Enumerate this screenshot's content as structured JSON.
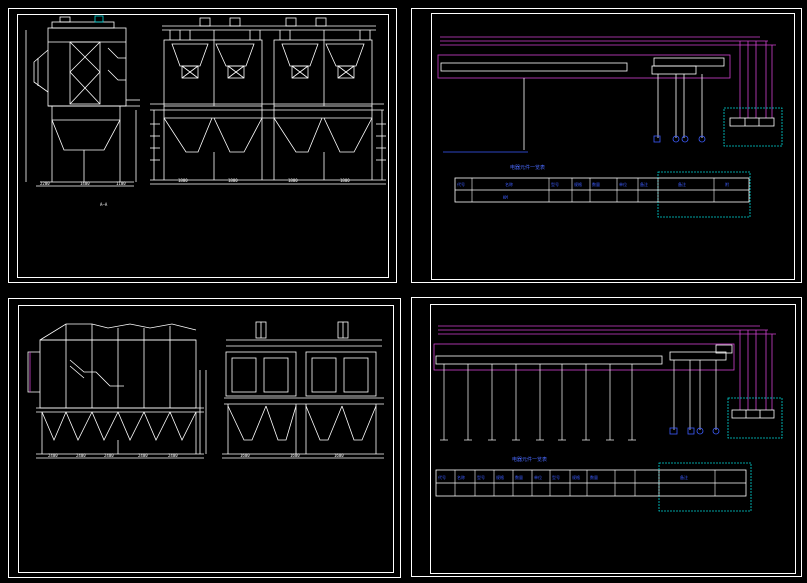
{
  "colors": {
    "background": "#000000",
    "line": "#ffffff",
    "magenta": "#d040d0",
    "blue": "#3c5cff",
    "cyan": "#00d8d8",
    "green": "#3cd83c",
    "red": "#ff3030"
  },
  "sheets": [
    {
      "id": "sheet-top-left",
      "type": "mechanical-drawing"
    },
    {
      "id": "sheet-top-right",
      "type": "electrical-schematic"
    },
    {
      "id": "sheet-bottom-left",
      "type": "mechanical-drawing"
    },
    {
      "id": "sheet-bottom-right",
      "type": "electrical-schematic"
    }
  ],
  "top_left": {
    "dims_bottom": [
      "2200",
      "1400",
      "1100"
    ],
    "dims_right_bottom": [
      "1800",
      "1800",
      "1800",
      "1800"
    ],
    "caption": "A—A"
  },
  "bottom_left": {
    "dims_bottom": [
      "2400",
      "2400",
      "2400",
      "2400",
      "2400"
    ],
    "dims_right_bottom": [
      "1600",
      "1600",
      "1600"
    ]
  },
  "top_right": {
    "schedule_title": "电器元件一览表",
    "table_row1": [
      "代号",
      "名称",
      "型号",
      "规格",
      "数量",
      "单位",
      "备注",
      "",
      "",
      "备注",
      "附"
    ],
    "table_row2": [
      "",
      "KM",
      "",
      "",
      "",
      "",
      "",
      "",
      "",
      "",
      ""
    ]
  },
  "bottom_right": {
    "schedule_title": "电器元件一览表",
    "table_row1": [
      "代号",
      "名称",
      "型号",
      "规格",
      "数量",
      "单位",
      "型号",
      "规格",
      "数量",
      "",
      "",
      "",
      "备注"
    ],
    "table_row2": [
      "",
      "",
      "",
      "",
      "",
      "",
      "",
      "",
      "",
      "",
      "",
      "",
      ""
    ]
  }
}
